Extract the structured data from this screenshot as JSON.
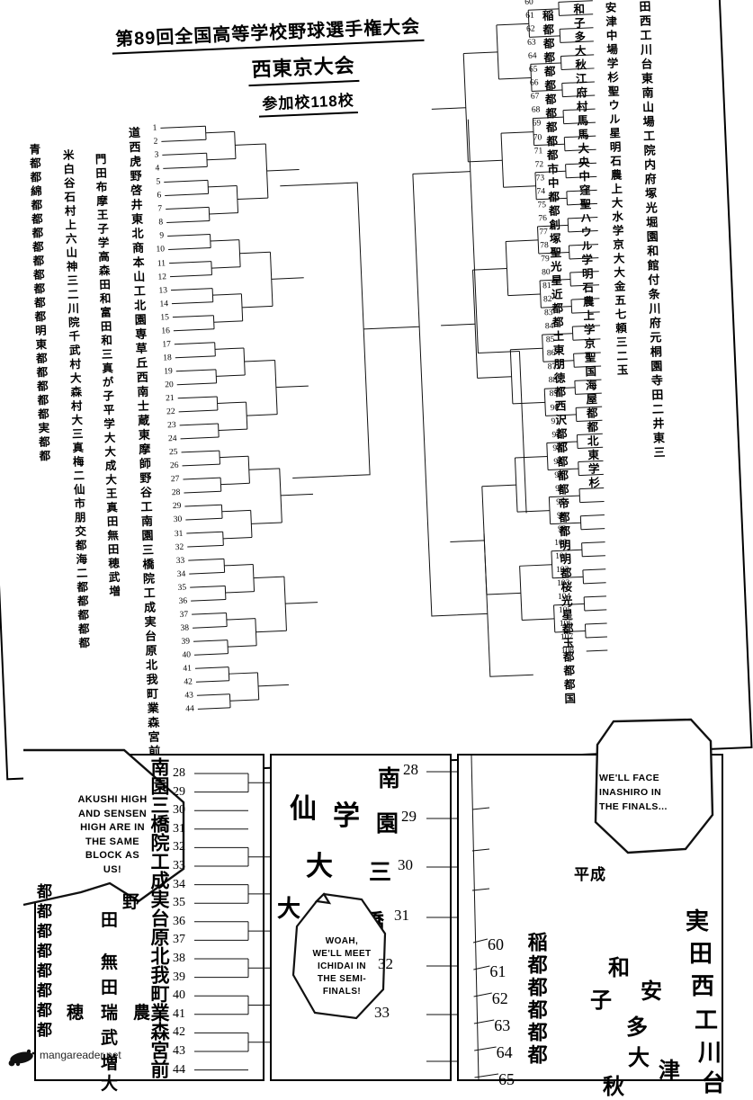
{
  "page": {
    "kind": "manga-page",
    "watermark": "mangareader.net"
  },
  "tournament_sheet": {
    "title_line1": "第89回全国高等学校野球選手権大会",
    "title_line2": "西東京大会",
    "title_line3": "参加校118校",
    "left_block": {
      "numbers": [
        1,
        2,
        3,
        4,
        5,
        6,
        7,
        8,
        9,
        10,
        11,
        12,
        13,
        14,
        15,
        16,
        17,
        18,
        19,
        20,
        21,
        22,
        23,
        24,
        25,
        26,
        27,
        28,
        29,
        30,
        31,
        32,
        33,
        34,
        35,
        36,
        37,
        38,
        39,
        40,
        41,
        42,
        43,
        44
      ],
      "name_columns": [
        "青都都綿都都都都都都都都都明東都都都都都実都都",
        "米白谷石村上六山神三二川院千武村大森村大三真梅二仙市朋交都海二都都都都都",
        "門田布摩王子学高森田和富田和三真が子平学大大成大王真田無田穂武増",
        "道西虎野啓井東北商本山工北園専草丘西南士蔵東摩師野谷工南園三橋院工成実台原北我町業森宮前"
      ]
    },
    "right_block": {
      "numbers": [
        60,
        61,
        62,
        63,
        64,
        65,
        66,
        67,
        68,
        69,
        70,
        71,
        72,
        73,
        74,
        75,
        76,
        77,
        78,
        79,
        80,
        81,
        82,
        83,
        84,
        85,
        86,
        87,
        88,
        89,
        90,
        91,
        92,
        93,
        94,
        95,
        96,
        97,
        98,
        99,
        100,
        101,
        102,
        103,
        104,
        105,
        106,
        107,
        108
      ],
      "name_columns": [
        "稲都都都都都都都都都都市中都都創塚聖光星近都都土東朋徳都西沢都都都都都帝都都明明都桜光星都玉都都都国",
        "和子多大秋江府村馬馬大央中窪聖ハウル学明石農上学京聖国海屋都都北東学杉",
        "安津中場学杉聖ウル星明石農上大水学京大大金五七頼三二玉",
        "実田西工川台東南山場工院内府塚光堀園和館付条川府元桐園寺田二井東三"
      ]
    }
  },
  "panels": [
    {
      "id": "panel-a",
      "balloon": "AKUSHI HIGH AND SENSEN HIGH ARE IN THE SAME BLOCK AS US!",
      "balloon_lines": [
        "AKUSHI HIGH",
        "AND SENSEN",
        "HIGH ARE IN",
        "THE SAME",
        "BLOCK AS",
        "US!"
      ],
      "numbers": [
        28,
        29,
        30,
        31,
        32,
        33,
        34,
        35,
        36,
        37,
        38,
        39,
        40,
        41,
        42,
        43,
        44
      ],
      "kanji_column": "南園三橋院工成実台原北我町業森宮前",
      "kanji_mid": [
        "野",
        "田",
        "無",
        "田",
        "瑞",
        "武",
        "増",
        "穂",
        "農",
        "大"
      ],
      "kanji_left": "都都都都都都都都"
    },
    {
      "id": "panel-b",
      "balloon": "WOAH, WE'LL MEET ICHIDAI IN THE SEMI-FINALS!",
      "balloon_lines": [
        "WOAH,",
        "WE'LL MEET",
        "ICHIDAI IN",
        "THE SEMI-",
        "FINALS!"
      ],
      "numbers": [
        28,
        29,
        30,
        31,
        32,
        33
      ],
      "kanji_big": [
        "仙",
        "学",
        "大",
        "三",
        "橋",
        "園",
        "南"
      ],
      "kanji_edge": "大"
    },
    {
      "id": "panel-c",
      "balloon": "WE'LL FACE INASHIRO IN THE FINALS...",
      "balloon_lines": [
        "WE'LL FACE",
        "INASHIRO IN",
        "THE FINALS..."
      ],
      "label_heisei": "平成",
      "numbers": [
        60,
        61,
        62,
        63,
        64,
        65
      ],
      "kanji_col1": "稲都都都都都",
      "kanji_col2": [
        "和",
        "子",
        "多",
        "大",
        "秋"
      ],
      "kanji_col3": [
        "安",
        "津"
      ],
      "kanji_col4": [
        "実",
        "田",
        "西",
        "工",
        "川",
        "台"
      ]
    }
  ],
  "colors": {
    "ink": "#000000",
    "paper": "#ffffff",
    "shadow_gray": "#d8d8d8"
  }
}
